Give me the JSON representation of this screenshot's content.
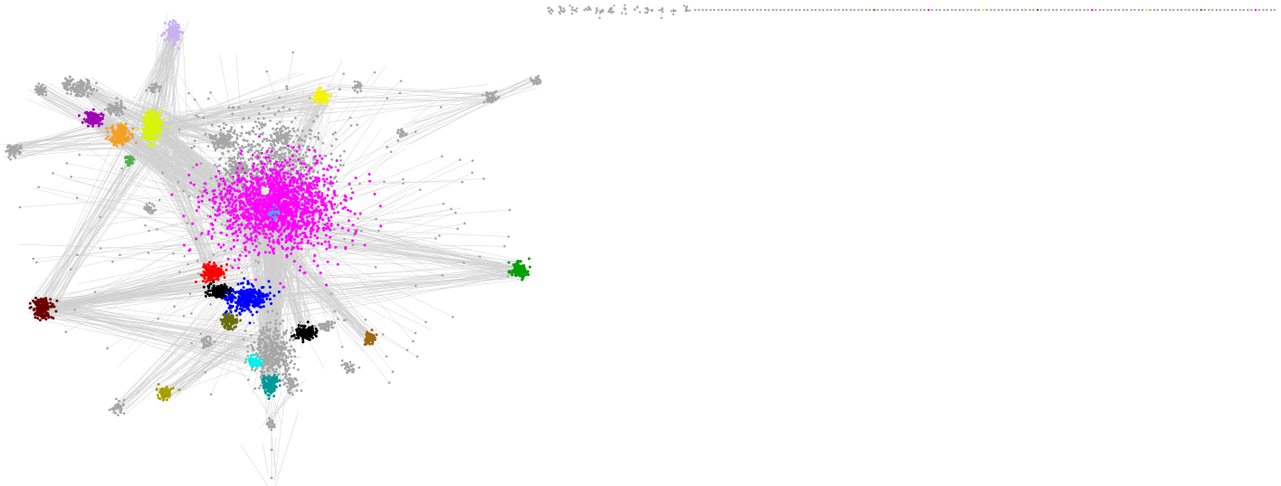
{
  "colors": {
    "background": "#ffffff",
    "edge": "#cfcfcf",
    "node_default": "#a6a6a6"
  },
  "main_component": {
    "clusters": [
      {
        "name": "lavender",
        "color": "#c8b3f0"
      },
      {
        "name": "yellow-green",
        "color": "#d6f50a"
      },
      {
        "name": "yellow",
        "color": "#f5f50a"
      },
      {
        "name": "purple",
        "color": "#a000b4"
      },
      {
        "name": "orange",
        "color": "#f5a020"
      },
      {
        "name": "green-small",
        "color": "#55b050"
      },
      {
        "name": "magenta",
        "color": "#ff00ff"
      },
      {
        "name": "light-blue",
        "color": "#4aa8f5"
      },
      {
        "name": "pale-green",
        "color": "#d8f5d0"
      },
      {
        "name": "red",
        "color": "#ff0000"
      },
      {
        "name": "black-1",
        "color": "#000000"
      },
      {
        "name": "blue",
        "color": "#0000ff"
      },
      {
        "name": "olive",
        "color": "#6b6b10"
      },
      {
        "name": "black-2",
        "color": "#000000"
      },
      {
        "name": "brown",
        "color": "#a06a10"
      },
      {
        "name": "cyan",
        "color": "#00f0f0"
      },
      {
        "name": "teal",
        "color": "#009999"
      },
      {
        "name": "dark-red",
        "color": "#6b0000"
      },
      {
        "name": "green",
        "color": "#00a000"
      },
      {
        "name": "olive-yellow",
        "color": "#a8a000"
      }
    ],
    "gray_clusters_count": 22
  },
  "small_components": {
    "count": 90,
    "accent_colors": [
      "#ff00ff",
      "#d6f50a",
      "#6b6b10"
    ]
  }
}
